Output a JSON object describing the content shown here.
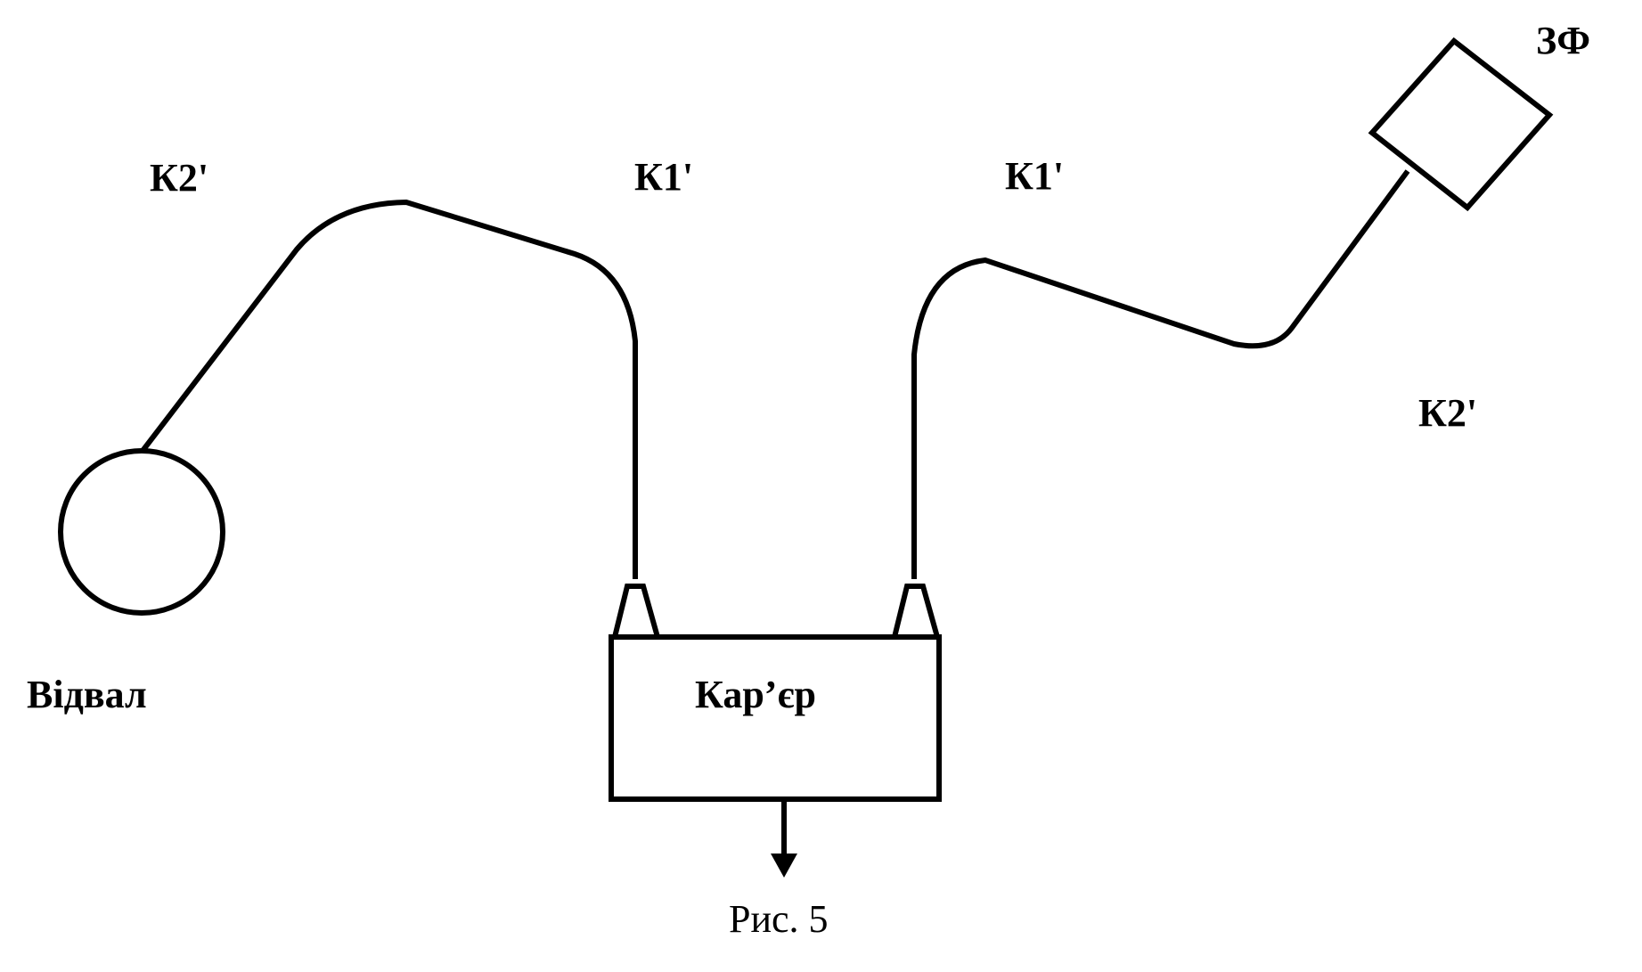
{
  "labels": {
    "k2_left": "К2'",
    "k1_left": "К1'",
    "k1_right": "К1'",
    "k2_right": "К2'",
    "zf": "ЗФ",
    "dump": "Відвал",
    "quarry": "Кар’єр"
  },
  "caption": "Рис. 5",
  "colors": {
    "line": "#000000",
    "background": "#ffffff"
  }
}
